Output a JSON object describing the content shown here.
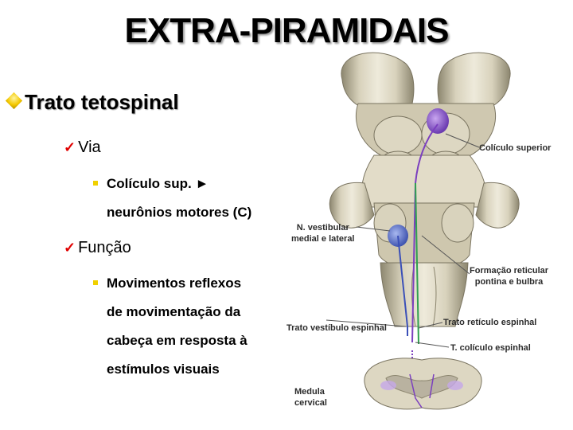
{
  "title": "EXTRA-PIRAMIDAIS",
  "heading": "Trato tetospinal",
  "items": [
    {
      "label": "Via",
      "subitems": [
        {
          "lines": [
            "Colículo sup. ►",
            "neurônios motores (C)"
          ]
        }
      ]
    },
    {
      "label": "Função",
      "subitems": [
        {
          "lines": [
            "Movimentos reflexos",
            "de movimentação da",
            "cabeça em resposta à",
            "estímulos visuais"
          ]
        }
      ]
    }
  ],
  "figure": {
    "labels": {
      "coliculo": "Colículo superior",
      "vestibular": [
        "N. vestibular",
        "medial e lateral"
      ],
      "formacao": [
        "Formação reticular",
        "pontina e bulbra"
      ],
      "trato_vest": "Trato vestíbulo espinhal",
      "trato_ret": "Trato retículo espinhal",
      "t_coliculo": "T. colículo espinhal",
      "medula": [
        "Medula",
        "cervical"
      ]
    }
  }
}
